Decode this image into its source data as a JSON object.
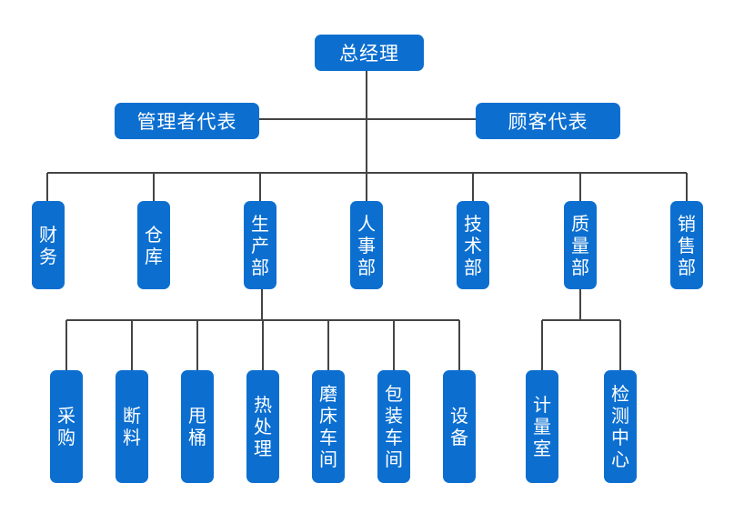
{
  "colors": {
    "box": "#0c6fd0",
    "line": "#444444",
    "text": "#ffffff"
  },
  "ceo": {
    "label": "总经理"
  },
  "management_rep": {
    "label": "管理者代表"
  },
  "customer_rep": {
    "label": "顾客代表"
  },
  "departments": [
    {
      "key": "finance",
      "label": "财务"
    },
    {
      "key": "warehouse",
      "label": "仓库"
    },
    {
      "key": "production",
      "label": "生产部"
    },
    {
      "key": "hr",
      "label": "人事部"
    },
    {
      "key": "technology",
      "label": "技术部"
    },
    {
      "key": "quality",
      "label": "质量部"
    },
    {
      "key": "sales",
      "label": "销售部"
    }
  ],
  "production_units": [
    {
      "key": "purchasing",
      "label": "采购"
    },
    {
      "key": "cutting",
      "label": "断料"
    },
    {
      "key": "tumbling",
      "label": "甩桶"
    },
    {
      "key": "heat-treatment",
      "label": "热处理"
    },
    {
      "key": "grinding-workshop",
      "label": "磨床车间"
    },
    {
      "key": "packing-workshop",
      "label": "包装车间"
    },
    {
      "key": "equipment",
      "label": "设备"
    }
  ],
  "quality_units": [
    {
      "key": "metrology-room",
      "label": "计量室"
    },
    {
      "key": "inspection-center",
      "label": "检测中心"
    }
  ]
}
